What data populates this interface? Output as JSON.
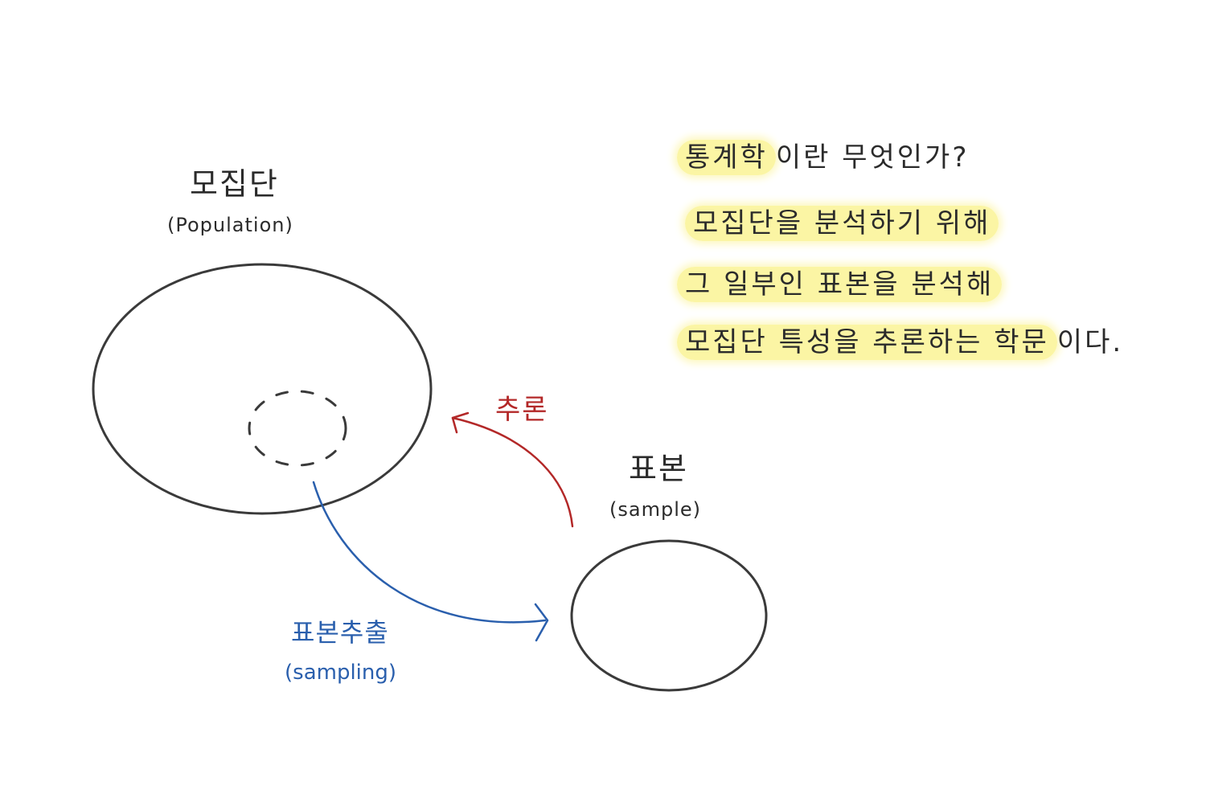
{
  "population": {
    "title": "모집단",
    "subtitle": "(Population)"
  },
  "sample": {
    "title": "표본",
    "subtitle": "(sample)"
  },
  "inference_arrow": {
    "label": "추론",
    "color": "#b32828"
  },
  "sampling_arrow": {
    "label": "표본추출",
    "sublabel": "(sampling)",
    "color": "#2a5fad"
  },
  "definition": {
    "question_highlighted": "통계학",
    "question_rest": "이란 무엇인가?",
    "line1": "모집단을 분석하기 위해",
    "line2": "그 일부인 표본을 분석해",
    "line3_highlighted": "모집단 특성을 추론하는 학문",
    "line3_rest": "이다.",
    "highlight_color": "#fbf5a4"
  }
}
